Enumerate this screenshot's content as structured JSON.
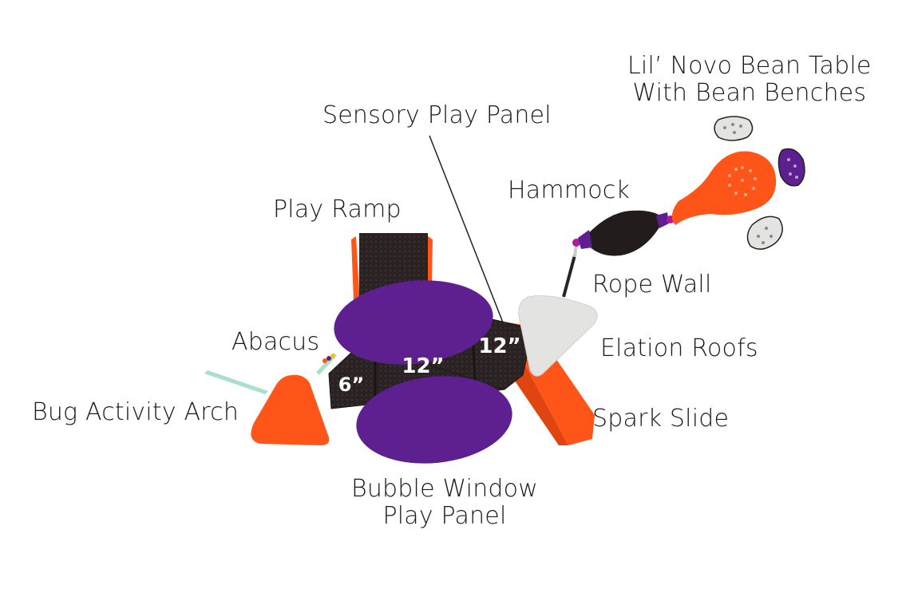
{
  "labels": {
    "bean_table": [
      "Lil’ Novo Bean Table",
      "With Bean Benches"
    ],
    "sensory_panel": "Sensory Play Panel",
    "hammock": "Hammock",
    "play_ramp": "Play Ramp",
    "rope_wall": "Rope Wall",
    "abacus": "Abacus",
    "elation_roofs": "Elation Roofs",
    "bug_arch": "Bug Activity Arch",
    "spark_slide": "Spark Slide",
    "bubble_window": [
      "Bubble Window",
      "Play Panel"
    ]
  },
  "deck_heights": [
    "6”",
    "12”",
    "12”"
  ],
  "colors": {
    "orange": "#ff5518",
    "purple": "#5e1f90",
    "deck": "#2b2323",
    "grey": "#e3e3e1",
    "mint": "#a8e0c8",
    "magenta": "#b01a9a"
  }
}
